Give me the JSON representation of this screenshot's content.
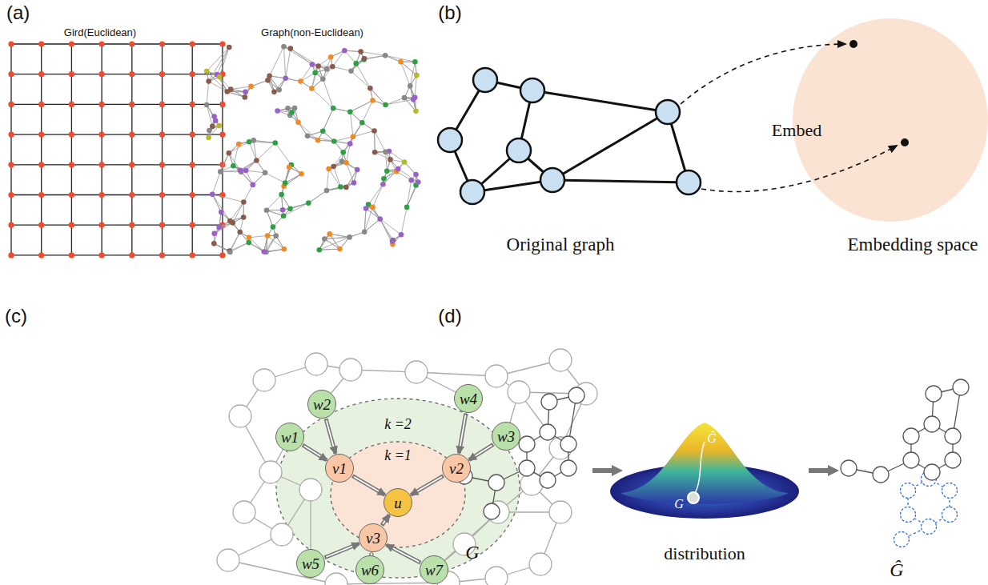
{
  "diagram": {
    "nodes": [
      {
        "text": [
          "w2"
        ]
      },
      {
        "text": [
          "w4"
        ]
      },
      {
        "text": [
          "w1"
        ]
      },
      {
        "text": [
          "v1"
        ]
      },
      {
        "text": [
          "v2"
        ]
      },
      {
        "text": [
          "w3"
        ]
      },
      {
        "text": [
          "u"
        ]
      },
      {
        "text": [
          "v3"
        ]
      },
      {
        "text": [
          "w5"
        ]
      },
      {
        "text": [
          "w6"
        ]
      },
      {
        "text": [
          "w7"
        ]
      }
    ],
    "edges": [
      {
        "from": 2,
        "to": 3,
        "arrow": "to"
      },
      {
        "from": 0,
        "to": 3,
        "arrow": "to"
      },
      {
        "from": 1,
        "to": 4,
        "arrow": "to"
      },
      {
        "from": 5,
        "to": 4,
        "arrow": "to"
      },
      {
        "from": 8,
        "to": 7,
        "arrow": "to"
      },
      {
        "from": 9,
        "to": 7,
        "arrow": "to"
      },
      {
        "from": 10,
        "to": 7,
        "arrow": "to"
      },
      {
        "from": 3,
        "to": 6,
        "arrow": "to"
      },
      {
        "from": 4,
        "to": 6,
        "arrow": "to"
      },
      {
        "from": 7,
        "to": 6,
        "arrow": "to"
      }
    ],
    "labels": [
      "(a)",
      "Gird(Euclidean)",
      "Graph(non-Euclidean)",
      "(b)",
      "Embed",
      "Original graph",
      "Embedding space",
      "(c)",
      "k =2",
      "k =1",
      "(d)",
      "G",
      "distribution",
      "G",
      "Ĝ",
      "Ĝ"
    ]
  }
}
